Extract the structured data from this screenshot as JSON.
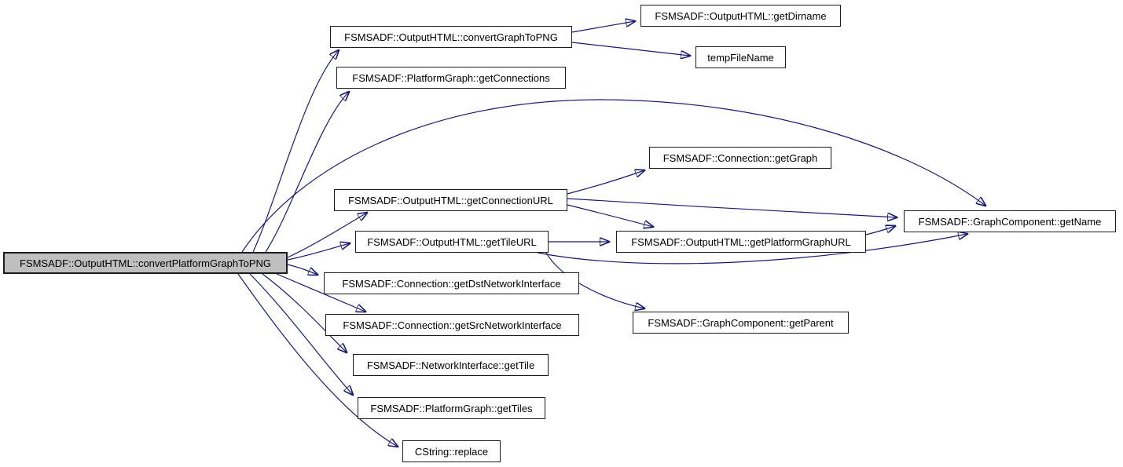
{
  "diagram": {
    "type": "call-graph",
    "background_color": "#ffffff",
    "edge_color": "#191970",
    "node_border_color": "#1c1c1c",
    "highlight_fill_color": "#bfbfbf",
    "nodes": {
      "convertPlatformGraphToPNG": {
        "label": "FSMSADF::OutputHTML::convertPlatformGraphToPNG",
        "highlighted": true
      },
      "convertGraphToPNG": {
        "label": "FSMSADF::OutputHTML::convertGraphToPNG",
        "highlighted": false
      },
      "getDirname": {
        "label": "FSMSADF::OutputHTML::getDirname",
        "highlighted": false
      },
      "tempFileName": {
        "label": "tempFileName",
        "highlighted": false
      },
      "getConnections": {
        "label": "FSMSADF::PlatformGraph::getConnections",
        "highlighted": false
      },
      "getGraph": {
        "label": "FSMSADF::Connection::getGraph",
        "highlighted": false
      },
      "getConnectionURL": {
        "label": "FSMSADF::OutputHTML::getConnectionURL",
        "highlighted": false
      },
      "getName": {
        "label": "FSMSADF::GraphComponent::getName",
        "highlighted": false
      },
      "getTileURL": {
        "label": "FSMSADF::OutputHTML::getTileURL",
        "highlighted": false
      },
      "getPlatformGraphURL": {
        "label": "FSMSADF::OutputHTML::getPlatformGraphURL",
        "highlighted": false
      },
      "getDstNetworkInterface": {
        "label": "FSMSADF::Connection::getDstNetworkInterface",
        "highlighted": false
      },
      "getParent": {
        "label": "FSMSADF::GraphComponent::getParent",
        "highlighted": false
      },
      "getSrcNetworkInterface": {
        "label": "FSMSADF::Connection::getSrcNetworkInterface",
        "highlighted": false
      },
      "getTile": {
        "label": "FSMSADF::NetworkInterface::getTile",
        "highlighted": false
      },
      "getTiles": {
        "label": "FSMSADF::PlatformGraph::getTiles",
        "highlighted": false
      },
      "replace": {
        "label": "CString::replace",
        "highlighted": false
      }
    },
    "edges": [
      {
        "from": "convertPlatformGraphToPNG",
        "to": "convertGraphToPNG"
      },
      {
        "from": "convertPlatformGraphToPNG",
        "to": "getConnections"
      },
      {
        "from": "convertPlatformGraphToPNG",
        "to": "getName"
      },
      {
        "from": "convertPlatformGraphToPNG",
        "to": "getConnectionURL"
      },
      {
        "from": "convertPlatformGraphToPNG",
        "to": "getTileURL"
      },
      {
        "from": "convertPlatformGraphToPNG",
        "to": "getDstNetworkInterface"
      },
      {
        "from": "convertPlatformGraphToPNG",
        "to": "getSrcNetworkInterface"
      },
      {
        "from": "convertPlatformGraphToPNG",
        "to": "getTile"
      },
      {
        "from": "convertPlatformGraphToPNG",
        "to": "getTiles"
      },
      {
        "from": "convertPlatformGraphToPNG",
        "to": "replace"
      },
      {
        "from": "convertGraphToPNG",
        "to": "getDirname"
      },
      {
        "from": "convertGraphToPNG",
        "to": "tempFileName"
      },
      {
        "from": "getConnectionURL",
        "to": "getGraph"
      },
      {
        "from": "getConnectionURL",
        "to": "getName"
      },
      {
        "from": "getConnectionURL",
        "to": "getPlatformGraphURL"
      },
      {
        "from": "getTileURL",
        "to": "getPlatformGraphURL"
      },
      {
        "from": "getTileURL",
        "to": "getName"
      },
      {
        "from": "getTileURL",
        "to": "getParent"
      },
      {
        "from": "getPlatformGraphURL",
        "to": "getName"
      }
    ]
  }
}
